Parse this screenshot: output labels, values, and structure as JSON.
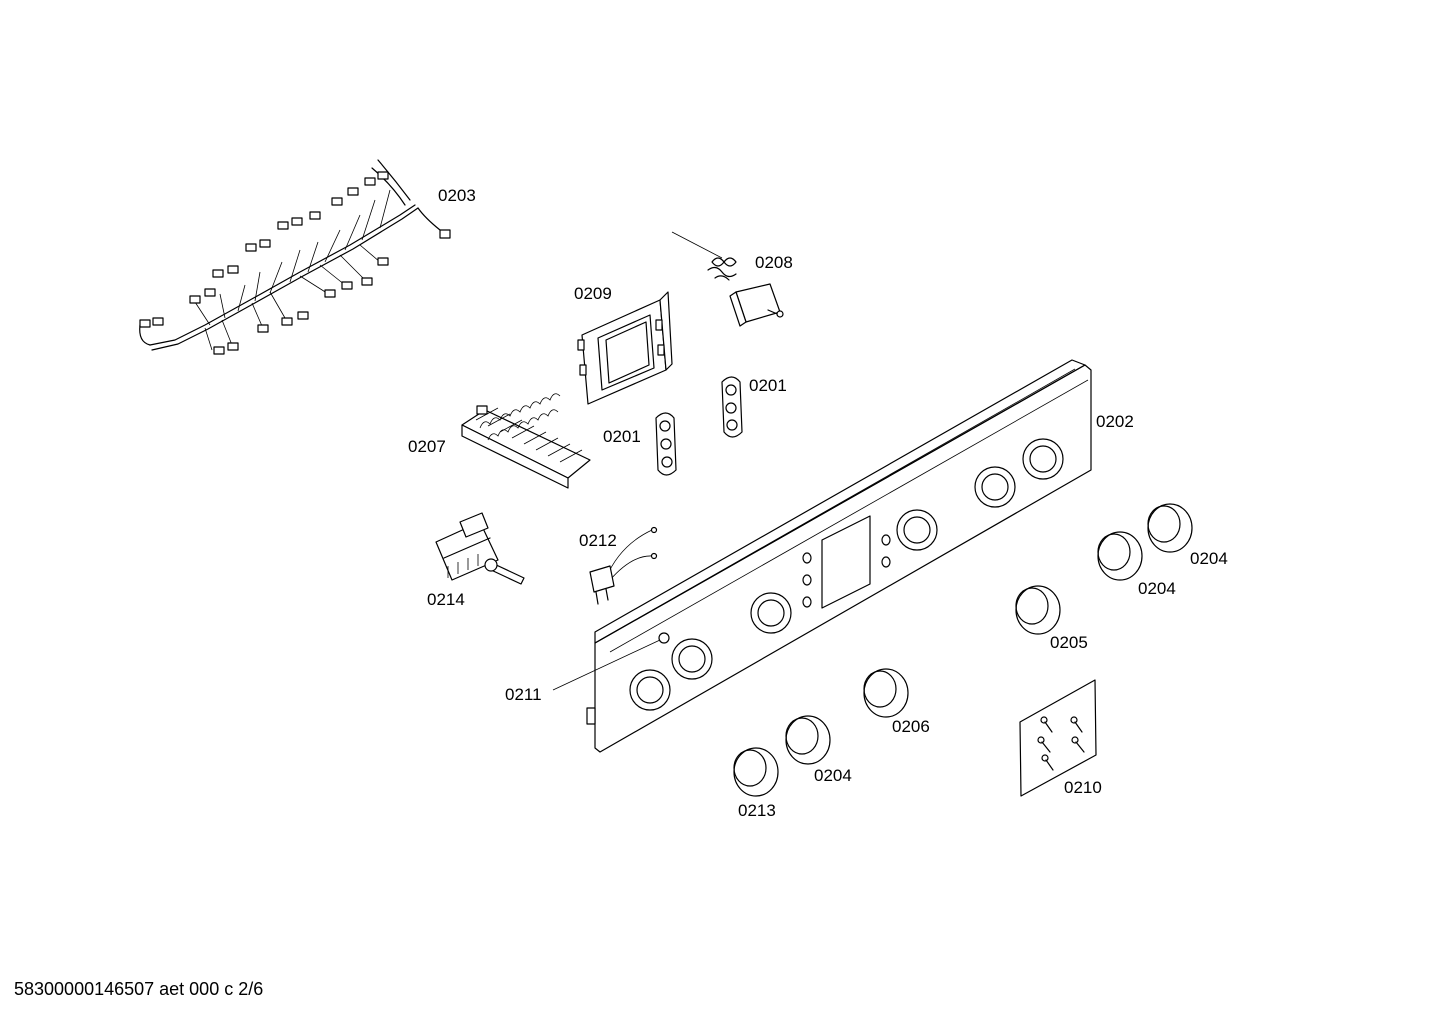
{
  "labels": {
    "l0201a": "0201",
    "l0201b": "0201",
    "l0202": "0202",
    "l0203": "0203",
    "l0204a": "0204",
    "l0204b": "0204",
    "l0204c": "0204",
    "l0205": "0205",
    "l0206": "0206",
    "l0207": "0207",
    "l0208": "0208",
    "l0209": "0209",
    "l0210": "0210",
    "l0211": "0211",
    "l0212": "0212",
    "l0213": "0213",
    "l0214": "0214"
  },
  "footer": "58300000146507 aet 000 c 2/6"
}
